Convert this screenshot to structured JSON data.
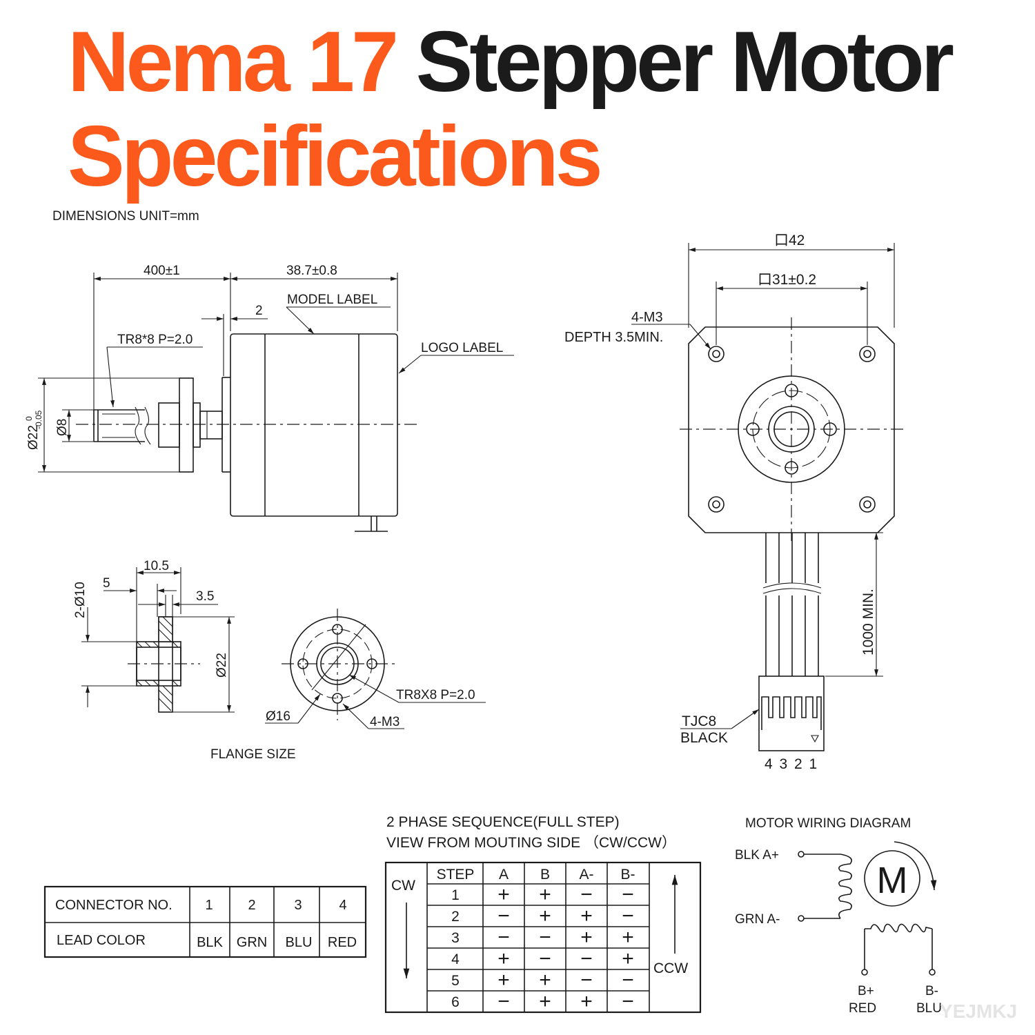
{
  "title": {
    "part1": "Nema 17 ",
    "part2": "Stepper Motor",
    "line2": "Specifications"
  },
  "colors": {
    "accent": "#fb5a1c",
    "ink": "#1b1b1b"
  },
  "side_view": {
    "units_note": "DIMENSIONS UNIT=mm",
    "dim_lead": "400±1",
    "dim_body": "38.7±0.8",
    "dim_gap": "2",
    "model_label": "MODEL LABEL",
    "logo_label": "LOGO LABEL",
    "thread": "TR8*8 P=2.0",
    "dia_flange": "Ø22",
    "dia_flange_tol_upper": "0",
    "dia_flange_tol_lower": "-0.05",
    "dia_shaft": "Ø8"
  },
  "front_view": {
    "size": "口42",
    "hole_spacing": "口31±0.2",
    "holes_line1": "4-M3",
    "holes_line2": "DEPTH 3.5MIN.",
    "cable_length": "1000 MIN.",
    "connector_line1": "TJC8",
    "connector_line2": "BLACK",
    "pin_numbers": "4 3 2 1"
  },
  "flange": {
    "caption": "FLANGE SIZE",
    "dim_width": "10.5",
    "dim_5": "5",
    "dim_3_5": "3.5",
    "dim_holes": "2-Ø10",
    "dim_dia": "Ø22",
    "thread": "TR8X8 P=2.0",
    "dia_hole_circle": "Ø16",
    "holes": "4-M3"
  },
  "connector_table": {
    "row_headers": [
      "CONNECTOR NO.",
      "LEAD COLOR"
    ],
    "numbers": [
      "1",
      "2",
      "3",
      "4"
    ],
    "colors": [
      "BLK",
      "GRN",
      "BLU",
      "RED"
    ]
  },
  "phase_table": {
    "title_line1": "2 PHASE SEQUENCE(FULL STEP)",
    "title_line2": "VIEW FROM MOUTING SIDE （CW/CCW）",
    "cw_label": "CW",
    "ccw_label": "CCW",
    "headers": [
      "STEP",
      "A",
      "B",
      "A-",
      "B-"
    ],
    "rows": [
      [
        "1",
        "+",
        "+",
        "−",
        "−"
      ],
      [
        "2",
        "−",
        "+",
        "+",
        "−"
      ],
      [
        "3",
        "−",
        "−",
        "+",
        "+"
      ],
      [
        "4",
        "+",
        "−",
        "−",
        "+"
      ],
      [
        "5",
        "+",
        "+",
        "−",
        "−"
      ],
      [
        "6",
        "−",
        "+",
        "+",
        "−"
      ]
    ]
  },
  "wiring": {
    "title": "MOTOR WIRING  DIAGRAM",
    "a_plus": "BLK  A+",
    "a_minus": "GRN  A-",
    "motor_symbol": "M",
    "b_plus_line1": "B+",
    "b_plus_line2": "RED",
    "b_minus_line1": "B-",
    "b_minus_line2": "BLU"
  },
  "watermark": "YEJMKJ"
}
